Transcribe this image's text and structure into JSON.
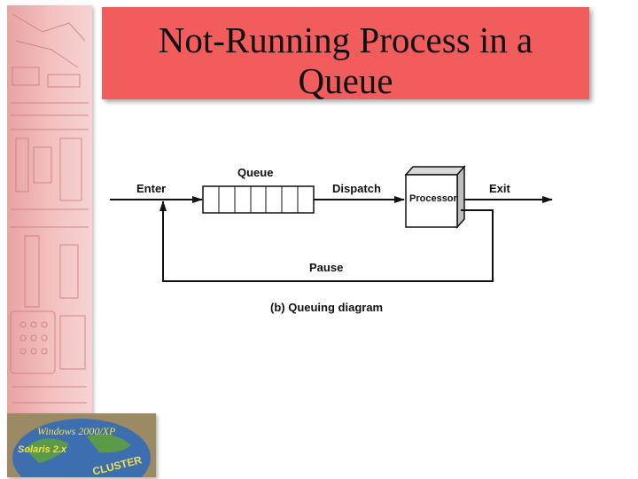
{
  "slide": {
    "title_line1": "Not-Running Process in a",
    "title_line2": "Queue"
  },
  "diagram": {
    "queue_label": "Queue",
    "enter_label": "Enter",
    "dispatch_label": "Dispatch",
    "processor_label": "Processor",
    "exit_label": "Exit",
    "pause_label": "Pause",
    "caption": "(b) Queuing diagram"
  },
  "logo": {
    "text_line1": "Windows 2000/XP",
    "text_line2": "Solaris 2.x",
    "text_line3": "CLUSTER"
  },
  "colors": {
    "title_bg": "#f25c5c",
    "sidebar_bg": "#f3c2c2",
    "stroke": "#111111"
  }
}
